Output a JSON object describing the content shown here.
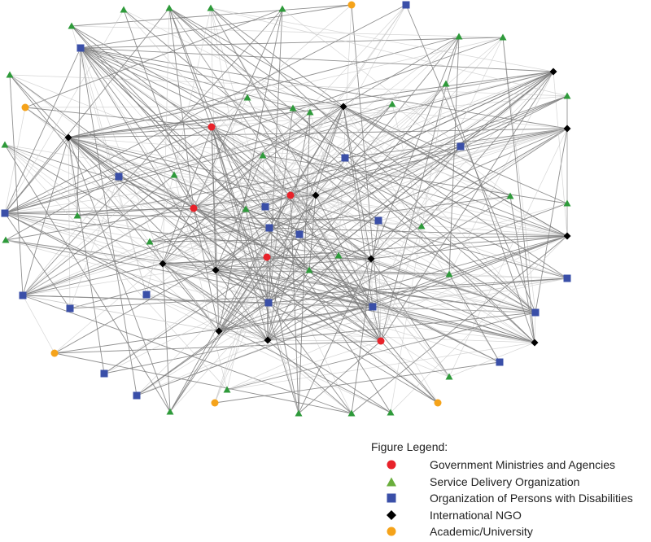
{
  "legend": {
    "title": "Figure Legend:",
    "items": [
      {
        "key": "gov",
        "label": "Government Ministries and Agencies",
        "shape": "circle",
        "color": "#e8222a"
      },
      {
        "key": "sdo",
        "label": "Service Delivery Organization",
        "shape": "triangle",
        "color": "#2e9a3a"
      },
      {
        "key": "opd",
        "label": "Organization of Persons with Disabilities",
        "shape": "square",
        "color": "#3a4fa8"
      },
      {
        "key": "ngo",
        "label": "International NGO",
        "shape": "diamond",
        "color": "#000000"
      },
      {
        "key": "acad",
        "label": "Academic/University",
        "shape": "circle",
        "color": "#f5a31a"
      }
    ]
  }
}
